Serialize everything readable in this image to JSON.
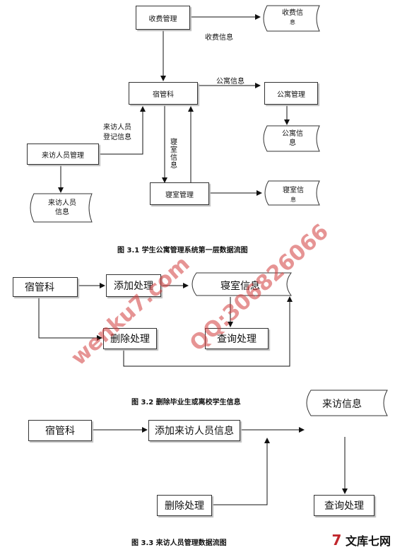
{
  "diagram1": {
    "fee_mgmt": "收费管理",
    "fee_info_store": [
      "收费信",
      "息"
    ],
    "fee_info_label": "收费信息",
    "dorm_admin": "宿管科",
    "apt_info_label": "公寓信息",
    "apt_mgmt": "公寓管理",
    "apt_info_store": [
      "公寓信",
      "息"
    ],
    "visitor_reg_label": [
      "来访人员",
      "登记信息"
    ],
    "visitor_mgmt": "来访人员管理",
    "room_info_label": [
      "寝",
      "室",
      "信",
      "息"
    ],
    "room_mgmt": "寝室管理",
    "room_info_store": [
      "寝室信",
      "息"
    ],
    "visitor_info_store": [
      "来访人员",
      "信息"
    ],
    "caption": "图 3.1  学生公寓管理系统第一层数据流图"
  },
  "diagram2": {
    "dorm_admin": "宿管科",
    "add_process": "添加处理",
    "room_info_store": "寝室信息",
    "delete_process": "删除处理",
    "query_process": "查询处理",
    "caption": "图 3.2  删除毕业生或离校学生信息"
  },
  "diagram3": {
    "dorm_admin": "宿管科",
    "add_visitor": "添加来访人员信息",
    "visitor_store": "来访信息",
    "delete_process": "删除处理",
    "query_process": "查询处理",
    "caption": "图 3.3  来访人员管理数据流图"
  },
  "watermark": {
    "site": "wenku7.com",
    "qq": "QQ:306826066",
    "logo": "文库七网"
  }
}
